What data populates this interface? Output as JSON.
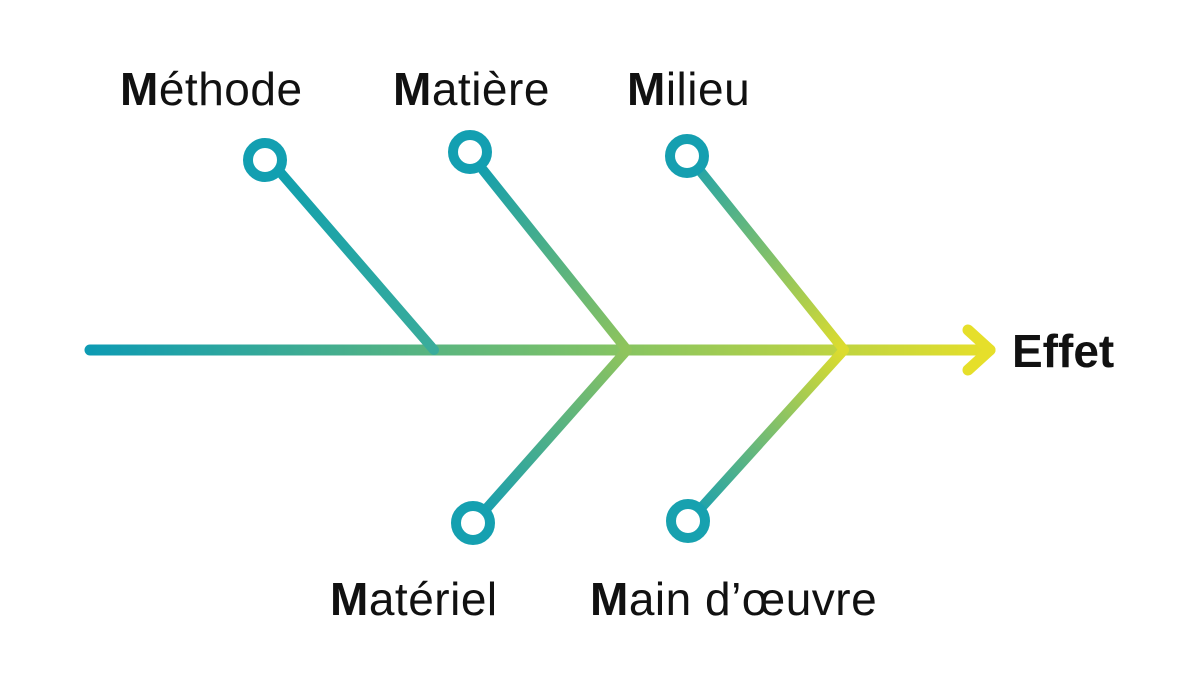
{
  "diagram": {
    "effect": "Effet",
    "causes": [
      {
        "first": "M",
        "rest": "éthode"
      },
      {
        "first": "M",
        "rest": "atière"
      },
      {
        "first": "M",
        "rest": "ilieu"
      },
      {
        "first": "M",
        "rest": "atériel"
      },
      {
        "first": "M",
        "rest": "ain d’œuvre"
      }
    ],
    "colors": {
      "gradient_start": "#0e9bb3",
      "gradient_end": "#e6df2a",
      "node_ring": "#14a0b0",
      "text": "#111111"
    }
  }
}
